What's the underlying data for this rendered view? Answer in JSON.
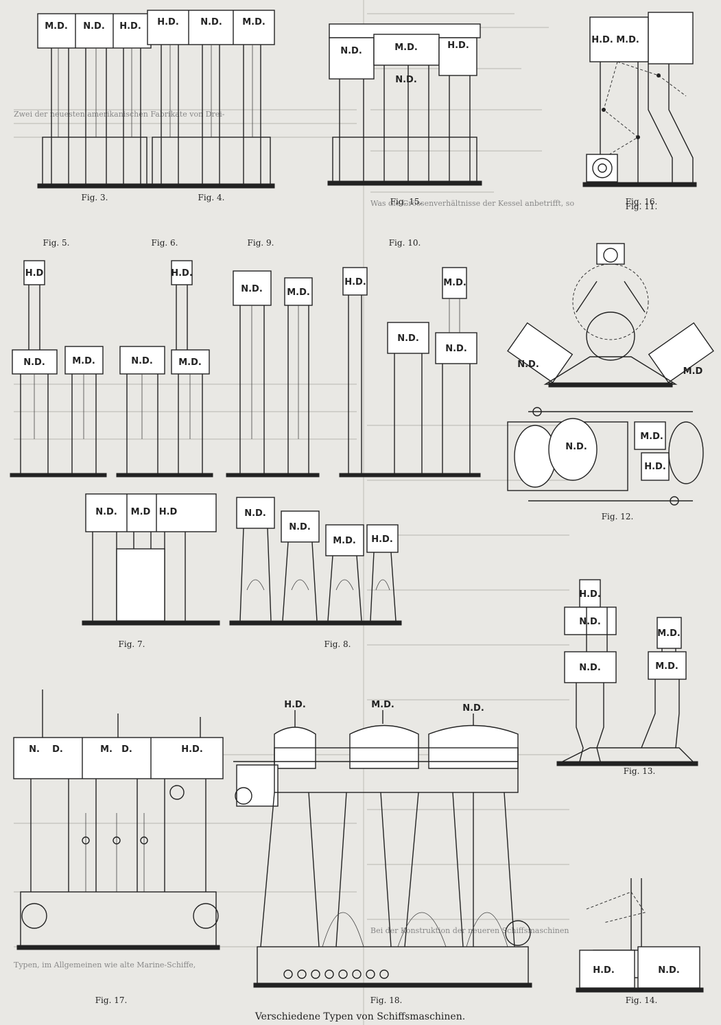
{
  "plate": {
    "title": "Verschiedene Typen von Schiffsmaschinen."
  },
  "figures": [
    {
      "id": "fig3",
      "caption": "Fig. 3.",
      "labels": [
        "M.D.",
        "N.D.",
        "H.D."
      ]
    },
    {
      "id": "fig4",
      "caption": "Fig. 4.",
      "labels": [
        "H.D.",
        "N.D.",
        "M.D."
      ]
    },
    {
      "id": "fig15",
      "caption": "Fig. 15.",
      "labels": [
        "M.D.",
        "N.D.",
        "N.D.",
        "H.D."
      ]
    },
    {
      "id": "fig16",
      "caption": "Fig. 16.",
      "labels": [
        "H.D.",
        "M.D."
      ]
    },
    {
      "id": "fig5",
      "caption": "Fig. 5.",
      "labels": [
        "H.D",
        "N.D.",
        "M.D."
      ]
    },
    {
      "id": "fig6",
      "caption": "Fig. 6.",
      "labels": [
        "H.D.",
        "N.D.",
        "M.D."
      ]
    },
    {
      "id": "fig9",
      "caption": "Fig. 9.",
      "labels": [
        "N.D.",
        "M.D."
      ]
    },
    {
      "id": "fig10",
      "caption": "Fig. 10.",
      "labels": [
        "H.D.",
        "N.D.",
        "M.D.",
        "N.D."
      ]
    },
    {
      "id": "fig11",
      "caption": "Fig. 11.",
      "labels": [
        "N.D.",
        "M.D"
      ]
    },
    {
      "id": "fig12",
      "caption": "Fig. 12.",
      "labels": [
        "N.D.",
        "M.D.",
        "H.D."
      ]
    },
    {
      "id": "fig7",
      "caption": "Fig. 7.",
      "labels": [
        "N.D.",
        "M.D",
        "H.D"
      ]
    },
    {
      "id": "fig8",
      "caption": "Fig. 8.",
      "labels": [
        "N.D.",
        "N.D.",
        "M.D.",
        "H.D."
      ]
    },
    {
      "id": "fig13",
      "caption": "Fig. 13.",
      "labels": [
        "H.D.",
        "N.D.",
        "N.D.",
        "M.D.",
        "M.D."
      ]
    },
    {
      "id": "fig17",
      "caption": "Fig. 17.",
      "labels": [
        "N.",
        "D.",
        "M.",
        "D.",
        "H.D."
      ]
    },
    {
      "id": "fig18",
      "caption": "Fig. 18.",
      "labels": [
        "H.D.",
        "M.D.",
        "N.D."
      ]
    },
    {
      "id": "fig14",
      "caption": "Fig. 14.",
      "labels": [
        "H.D.",
        "N.D."
      ]
    }
  ],
  "background_text": [
    "Was die Grössenverhältnisse der Kessel anbetrifft, so",
    "Zwei der neuesten amerikanischen Fabrikate von Drei-",
    "Bei der Konstruktion der neueren Schiffsmaschinen",
    "Typen, im Allgemeinen wie alte Marine-Schiffe,"
  ]
}
